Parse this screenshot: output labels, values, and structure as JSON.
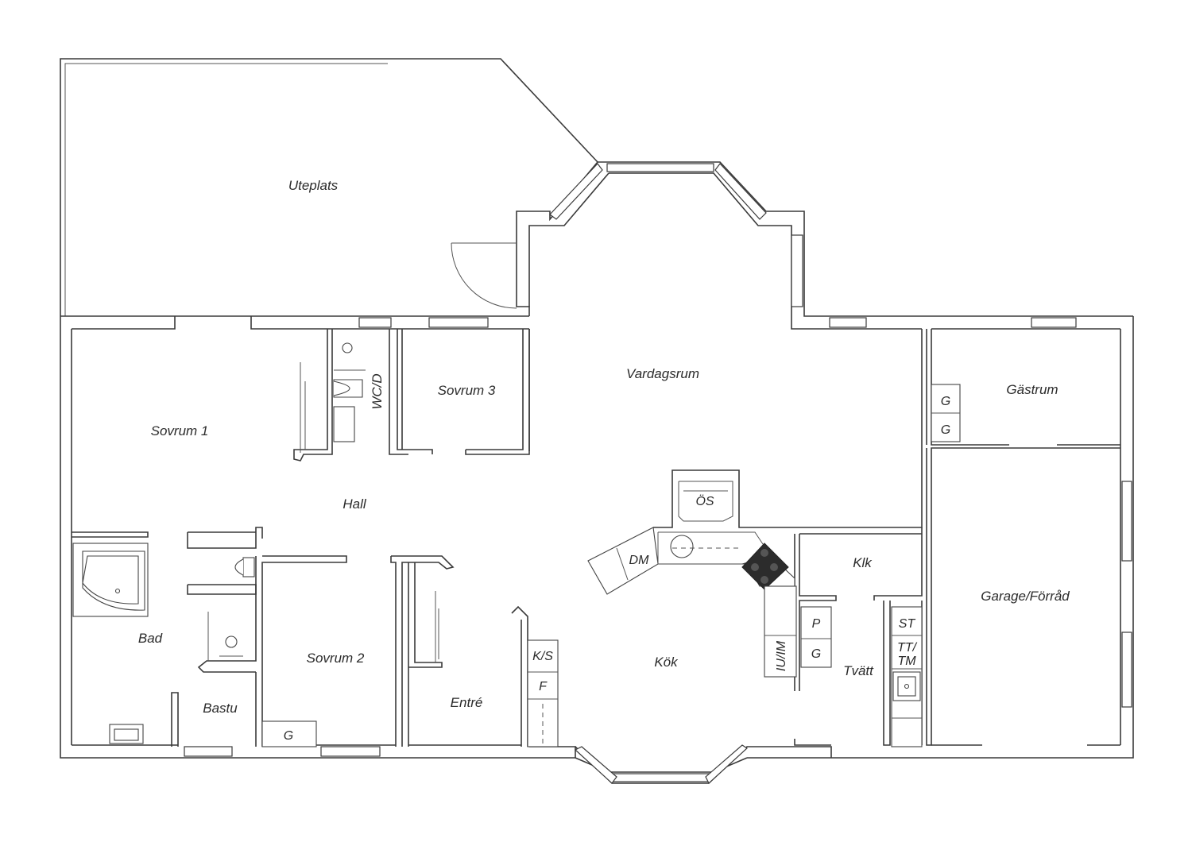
{
  "rooms": {
    "uteplats": "Uteplats",
    "vardagsrum": "Vardagsrum",
    "sovrum1": "Sovrum 1",
    "sovrum2": "Sovrum 2",
    "sovrum3": "Sovrum 3",
    "wcd": "WC/D",
    "hall": "Hall",
    "bad": "Bad",
    "bastu": "Bastu",
    "entre": "Entré",
    "kok": "Kök",
    "klk": "Klk",
    "tvatt": "Tvätt",
    "gastrum": "Gästrum",
    "garage": "Garage/Förråd"
  },
  "fixtures": {
    "os": "ÖS",
    "dm": "DM",
    "ks": "K/S",
    "f": "F",
    "iu_im": "IU/IM",
    "p": "P",
    "g": "G",
    "st": "ST",
    "tt": "TT/",
    "tm": "TM"
  }
}
